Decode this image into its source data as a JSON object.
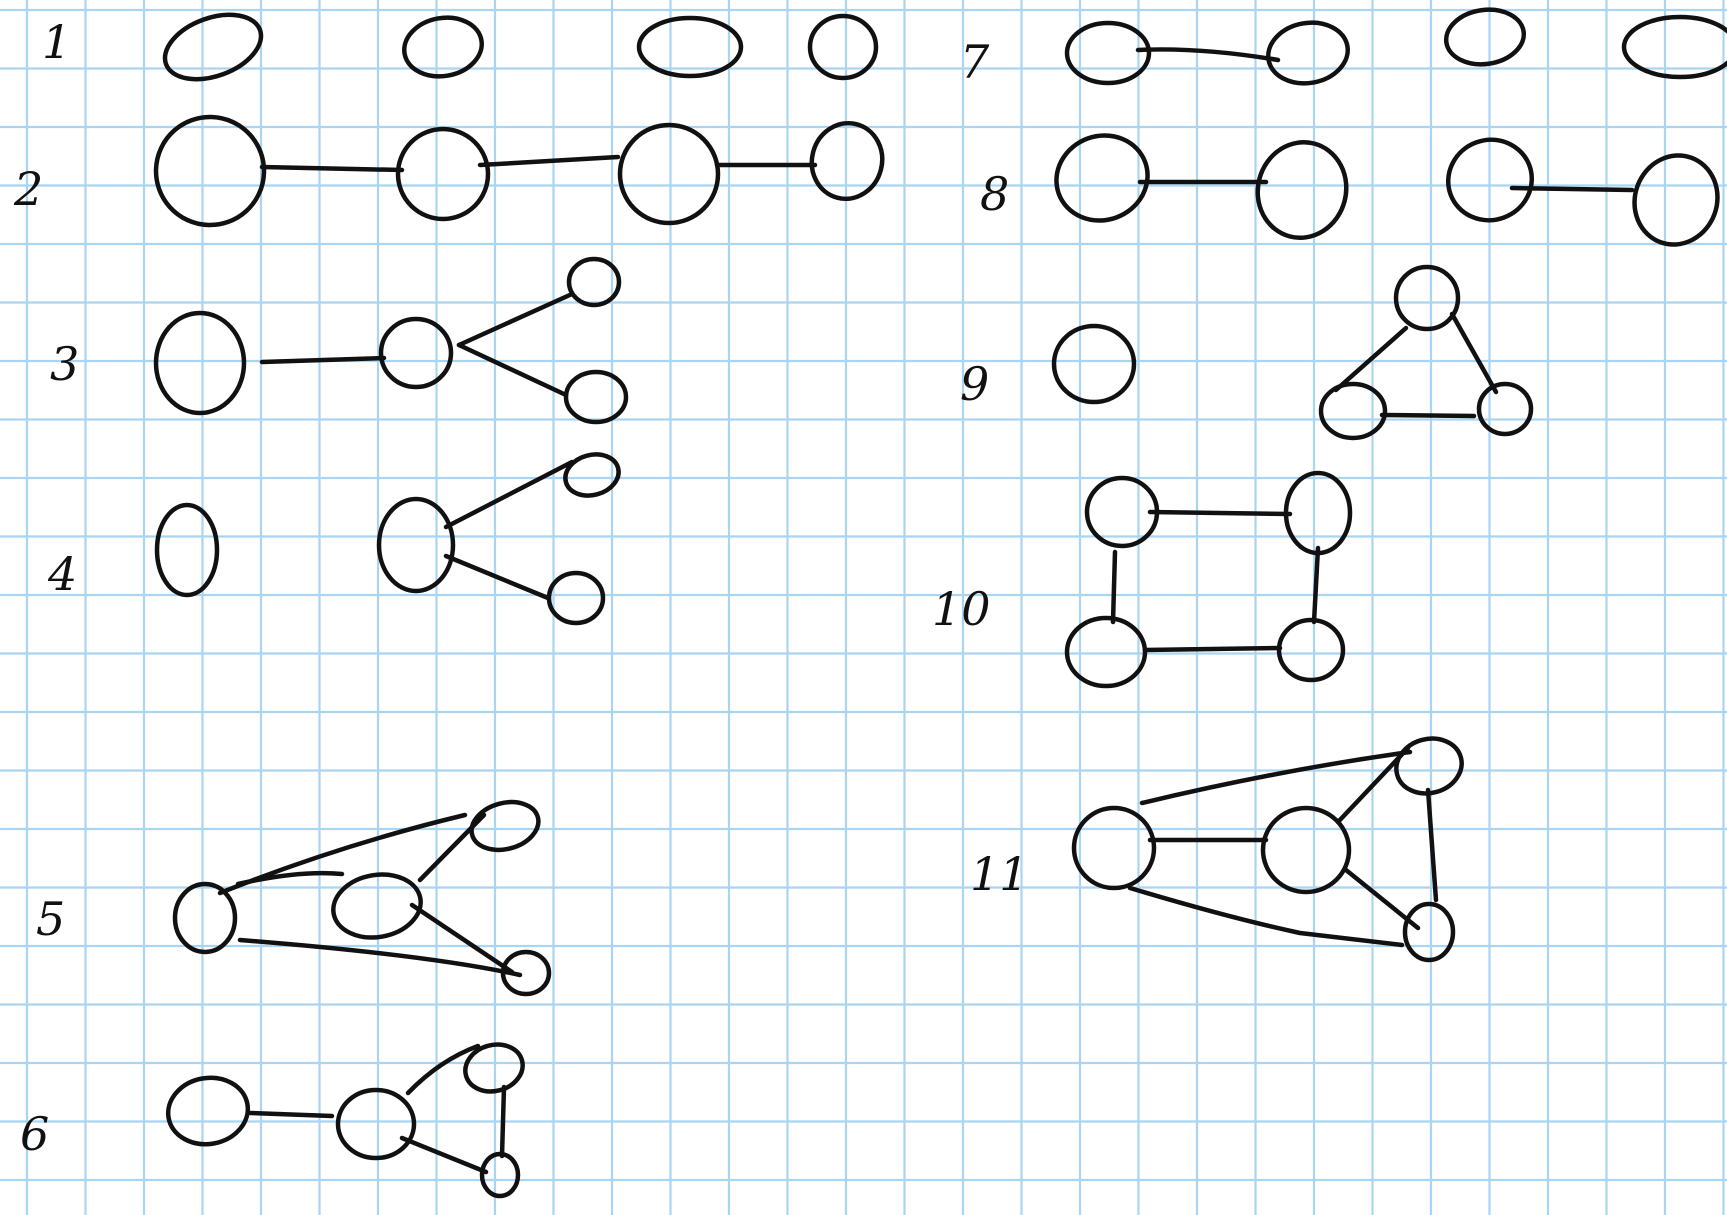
{
  "page": {
    "background": "#ffffff",
    "grid_color": "#a9d4f2",
    "ink_color": "#111111"
  },
  "graphs": [
    {
      "label": "1"
    },
    {
      "label": "2"
    },
    {
      "label": "3"
    },
    {
      "label": "4"
    },
    {
      "label": "5"
    },
    {
      "label": "6"
    },
    {
      "label": "7"
    },
    {
      "label": "8"
    },
    {
      "label": "9"
    },
    {
      "label": "10"
    },
    {
      "label": "11"
    }
  ]
}
